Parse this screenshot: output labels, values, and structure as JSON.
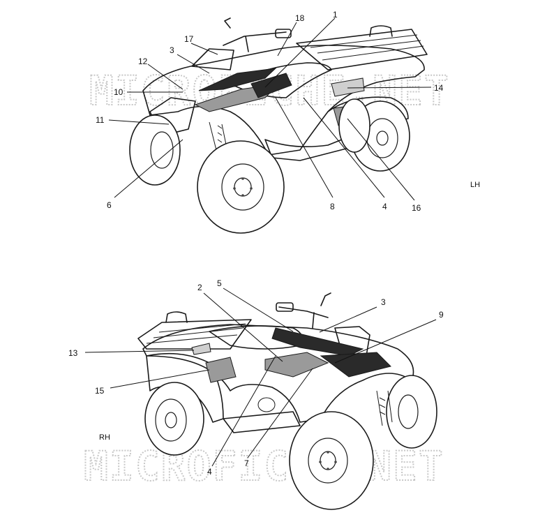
{
  "watermark": "MICROFICHE.NET",
  "views": {
    "lh": {
      "side_label": "LH",
      "callouts": [
        "18",
        "1",
        "17",
        "3",
        "12",
        "10",
        "11",
        "14",
        "6",
        "8",
        "4",
        "16"
      ]
    },
    "rh": {
      "side_label": "RH",
      "callouts": [
        "2",
        "5",
        "3",
        "9",
        "13",
        "15",
        "4",
        "7"
      ]
    }
  },
  "colors": {
    "line": "#1a1a1a",
    "decal_dark": "#2a2a2a",
    "decal_grey": "#9a9a9a",
    "watermark": "#c8c8c8"
  },
  "icons": [
    "atv-lh-illustration",
    "atv-rh-illustration"
  ]
}
